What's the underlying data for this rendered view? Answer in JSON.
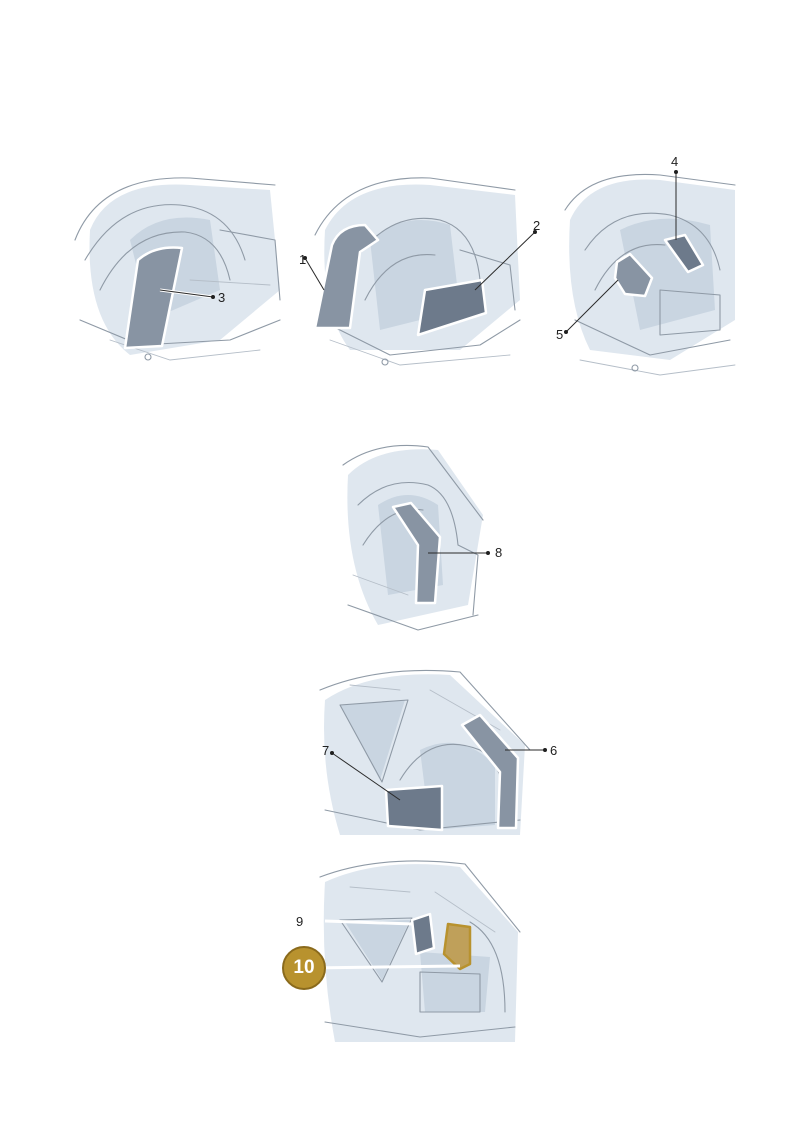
{
  "diagram": {
    "callouts": {
      "c1": "1",
      "c2": "2",
      "c3": "3",
      "c4": "4",
      "c5": "5",
      "c6": "6",
      "c7": "7",
      "c8": "8",
      "c9": "9",
      "c10": "10"
    },
    "colors": {
      "part": "#8894a3",
      "sketch": "#8f9aa6",
      "shade": "#dfe7ef",
      "highlight": "#b8922e"
    },
    "highlighted_callout": "10"
  }
}
